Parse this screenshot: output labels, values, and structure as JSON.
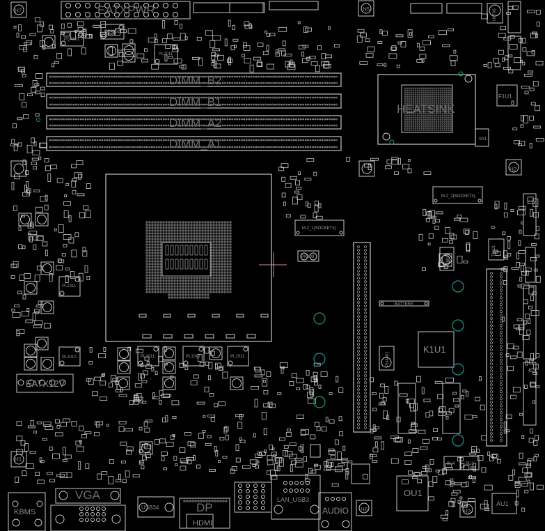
{
  "viewer": {
    "background": "#000000",
    "outline_color": "#c8c8c8",
    "via_color": "#1a9a8e",
    "cursor_color": "#d88aa0"
  },
  "board": {
    "power_connector": "EATXPWR",
    "cpu_power_connector": "EATX12V",
    "dimm_slots": [
      "DIMM_B2",
      "DIMM_B1",
      "DIMM_A2",
      "DIMM_A1"
    ],
    "heatsink": "HEATSINK",
    "m2_slots": [
      "M.2_2(SOCKET3)",
      "M.2_1(SOCKET3)"
    ],
    "battery": "BATTERY",
    "chips": {
      "k1u1": "K1U1",
      "ou1": "OU1",
      "au1": "AU1",
      "bu4": "BU4",
      "bu3": "BU3",
      "f1u1": "F1U1",
      "sx1": "SX1",
      "tmu1": "TMU1",
      "u6706": "U6706"
    },
    "inductors": {
      "pl1311": "PL1311",
      "pl1010": "PL1010",
      "pl1011": "PL1011",
      "pl1012": "PL1012",
      "pl1511": "PL1511",
      "pl2011": "PL2011",
      "pu4801": "PU4801",
      "pq809": "PQ809",
      "pq4601": "PQ4601",
      "pq4602": "PQ4602",
      "pr808": "PR808"
    },
    "rear_io": {
      "kbms": "KBMS",
      "vga": "VGA",
      "usb34": "USB34",
      "dp": "DP",
      "hdmi": "HDMI",
      "lan_usb": "LAN_USB3",
      "audio": "AUDIO"
    },
    "mount_holes": [
      "H7",
      "H1",
      "H5",
      "H2",
      "H6",
      "H3"
    ]
  }
}
